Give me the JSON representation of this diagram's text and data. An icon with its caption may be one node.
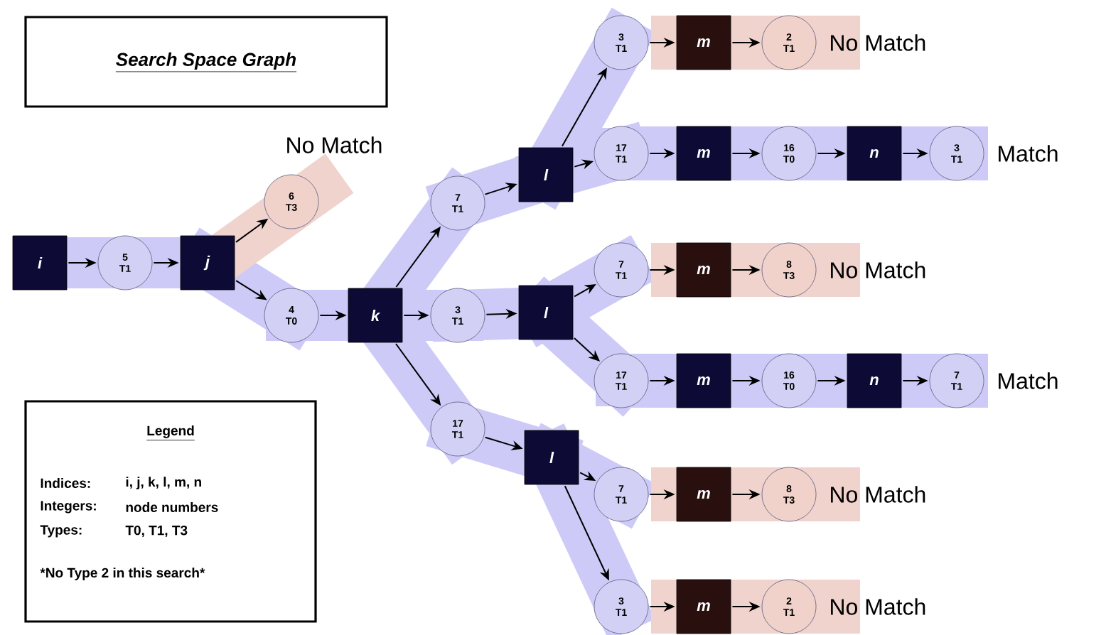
{
  "diagram": {
    "title": "Search Space Graph",
    "nodes": [
      {
        "text": [
          "i"
        ]
      },
      {
        "text": [
          "5",
          "T1"
        ]
      },
      {
        "text": [
          "j"
        ]
      },
      {
        "text": [
          "6",
          "T3"
        ],
        "beside": [
          "No Match"
        ]
      },
      {
        "text": [
          "4",
          "T0"
        ]
      },
      {
        "text": [
          "k"
        ]
      },
      {
        "text": [
          "7",
          "T1"
        ]
      },
      {
        "text": [
          "3",
          "T1"
        ]
      },
      {
        "text": [
          "17",
          "T1"
        ]
      },
      {
        "text": [
          "l"
        ]
      },
      {
        "text": [
          "l"
        ]
      },
      {
        "text": [
          "l"
        ]
      },
      {
        "text": [
          "3",
          "T1"
        ]
      },
      {
        "text": [
          "m"
        ]
      },
      {
        "text": [
          "2",
          "T1"
        ],
        "beside": [
          "No Match"
        ]
      },
      {
        "text": [
          "17",
          "T1"
        ]
      },
      {
        "text": [
          "m"
        ]
      },
      {
        "text": [
          "16",
          "T0"
        ]
      },
      {
        "text": [
          "n"
        ]
      },
      {
        "text": [
          "3",
          "T1"
        ],
        "beside": [
          "Match"
        ]
      },
      {
        "text": [
          "7",
          "T1"
        ]
      },
      {
        "text": [
          "m"
        ]
      },
      {
        "text": [
          "8",
          "T3"
        ],
        "beside": [
          "No Match"
        ]
      },
      {
        "text": [
          "17",
          "T1"
        ]
      },
      {
        "text": [
          "m"
        ]
      },
      {
        "text": [
          "16",
          "T0"
        ]
      },
      {
        "text": [
          "n"
        ]
      },
      {
        "text": [
          "7",
          "T1"
        ],
        "beside": [
          "Match"
        ]
      },
      {
        "text": [
          "7",
          "T1"
        ]
      },
      {
        "text": [
          "m"
        ]
      },
      {
        "text": [
          "8",
          "T3"
        ],
        "beside": [
          "No Match"
        ]
      },
      {
        "text": [
          "3",
          "T1"
        ]
      },
      {
        "text": [
          "m"
        ]
      },
      {
        "text": [
          "2",
          "T1"
        ],
        "beside": [
          "No Match"
        ]
      },
      {
        "text": [
          "Legend",
          "Indices:",
          "i, j, k, l, m, n",
          "Integers:",
          "node numbers",
          "Types:",
          "T0, T1, T3",
          "*No Type 2 in this search*"
        ]
      }
    ],
    "edges": [
      {
        "from": 0,
        "to": 1,
        "arrow": "to"
      },
      {
        "from": 1,
        "to": 2,
        "arrow": "to"
      },
      {
        "from": 2,
        "to": 3,
        "arrow": "to"
      },
      {
        "from": 2,
        "to": 4,
        "arrow": "to"
      },
      {
        "from": 4,
        "to": 5,
        "arrow": "to"
      },
      {
        "from": 5,
        "to": 6,
        "arrow": "to"
      },
      {
        "from": 5,
        "to": 7,
        "arrow": "to"
      },
      {
        "from": 5,
        "to": 8,
        "arrow": "to"
      },
      {
        "from": 6,
        "to": 9,
        "arrow": "to"
      },
      {
        "from": 7,
        "to": 10,
        "arrow": "to"
      },
      {
        "from": 8,
        "to": 11,
        "arrow": "to"
      },
      {
        "from": 9,
        "to": 12,
        "arrow": "to"
      },
      {
        "from": 9,
        "to": 15,
        "arrow": "to"
      },
      {
        "from": 12,
        "to": 13,
        "arrow": "to"
      },
      {
        "from": 13,
        "to": 14,
        "arrow": "to"
      },
      {
        "from": 15,
        "to": 16,
        "arrow": "to"
      },
      {
        "from": 16,
        "to": 17,
        "arrow": "to"
      },
      {
        "from": 17,
        "to": 18,
        "arrow": "to"
      },
      {
        "from": 18,
        "to": 19,
        "arrow": "to"
      },
      {
        "from": 10,
        "to": 20,
        "arrow": "to"
      },
      {
        "from": 10,
        "to": 23,
        "arrow": "to"
      },
      {
        "from": 20,
        "to": 21,
        "arrow": "to"
      },
      {
        "from": 21,
        "to": 22,
        "arrow": "to"
      },
      {
        "from": 23,
        "to": 24,
        "arrow": "to"
      },
      {
        "from": 24,
        "to": 25,
        "arrow": "to"
      },
      {
        "from": 25,
        "to": 26,
        "arrow": "to"
      },
      {
        "from": 26,
        "to": 27,
        "arrow": "to"
      },
      {
        "from": 11,
        "to": 28,
        "arrow": "to"
      },
      {
        "from": 11,
        "to": 31,
        "arrow": "to"
      },
      {
        "from": 28,
        "to": 29,
        "arrow": "to"
      },
      {
        "from": 29,
        "to": 30,
        "arrow": "to"
      },
      {
        "from": 31,
        "to": 32,
        "arrow": "to"
      },
      {
        "from": 32,
        "to": 33,
        "arrow": "to"
      }
    ]
  }
}
